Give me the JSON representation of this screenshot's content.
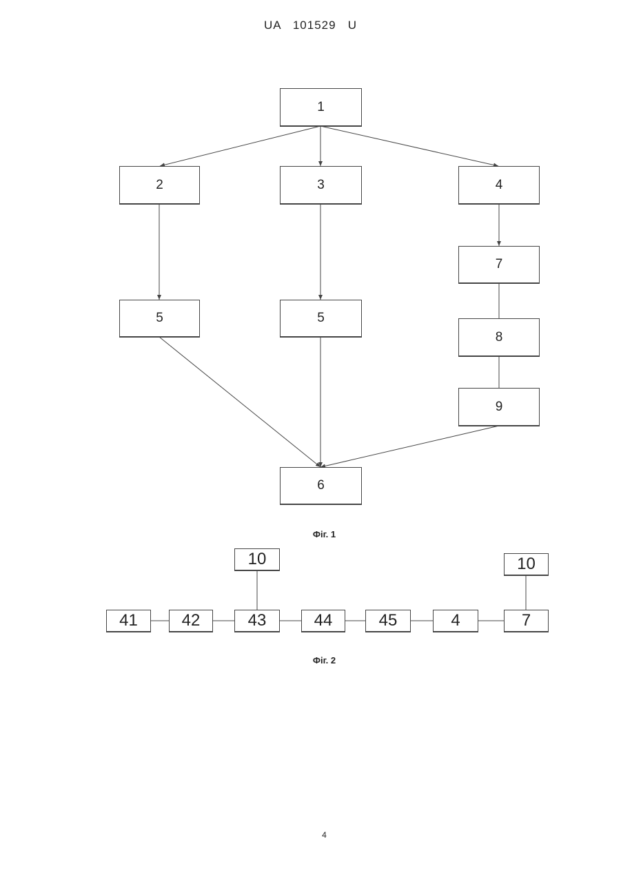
{
  "header": {
    "text": "UA   101529   U"
  },
  "fig1": {
    "caption": "Фіг. 1",
    "blocks": {
      "b1": "1",
      "b2": "2",
      "b3": "3",
      "b4": "4",
      "b5a": "5",
      "b5b": "5",
      "b6": "6",
      "b7": "7",
      "b8": "8",
      "b9": "9"
    }
  },
  "fig2": {
    "caption": "Фіг. 2",
    "blocks": {
      "b41": "41",
      "b42": "42",
      "b43": "43",
      "b44": "44",
      "b45": "45",
      "b4": "4",
      "b7": "7",
      "b10a": "10",
      "b10b": "10"
    }
  },
  "footer": {
    "page_number": "4"
  }
}
